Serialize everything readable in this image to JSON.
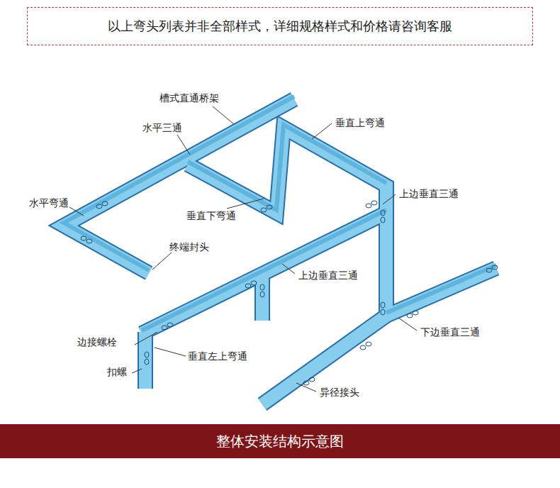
{
  "diagram": {
    "nodes": [
      {
        "text": [
          "以上弯头列表并非全部样式，详细规格样式和价格请咨询客服"
        ]
      },
      {
        "text": [
          "整体安装结构示意图"
        ]
      }
    ],
    "labels": [
      "槽式直通桥架",
      "水平三通",
      "垂直上弯通",
      "水平弯通",
      "垂直下弯通",
      "上边垂直三通",
      "终端封头",
      "上边垂直三通",
      "下边垂直三通",
      "边接螺栓",
      "垂直左上弯通",
      "扣螺",
      "异径接头"
    ]
  }
}
